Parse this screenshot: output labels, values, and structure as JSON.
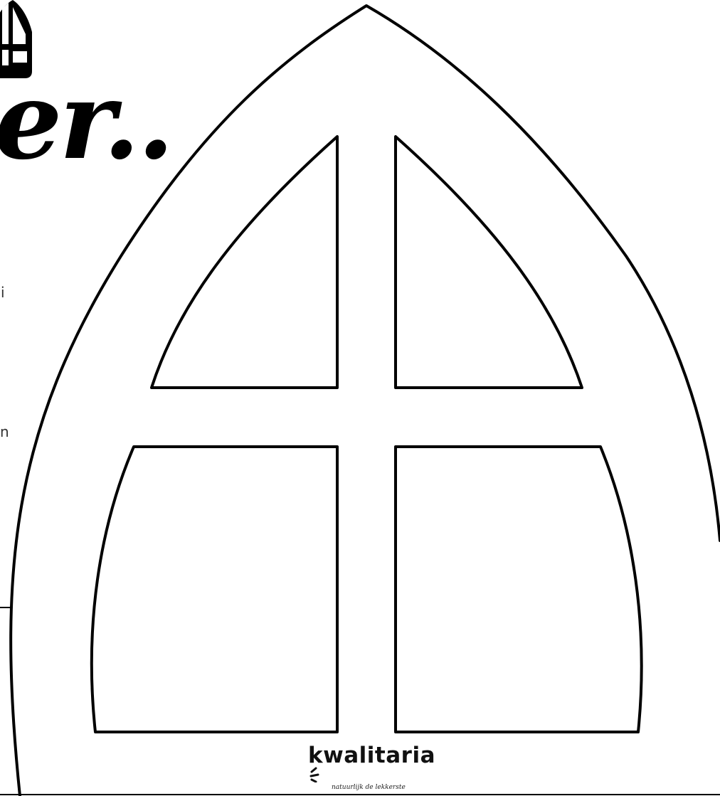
{
  "colors": {
    "ink": "#000000",
    "paper": "#ffffff",
    "body_text": "#333333"
  },
  "headline": {
    "fragment": "er.."
  },
  "side_text": {
    "line_a": "i",
    "line_b": "n"
  },
  "icons": {
    "top_left": "mitre-icon",
    "brand_mark": "spark-icon"
  },
  "brand": {
    "wordmark": "kwalitaria",
    "tagline": "natuurlijk de lekkerste"
  }
}
